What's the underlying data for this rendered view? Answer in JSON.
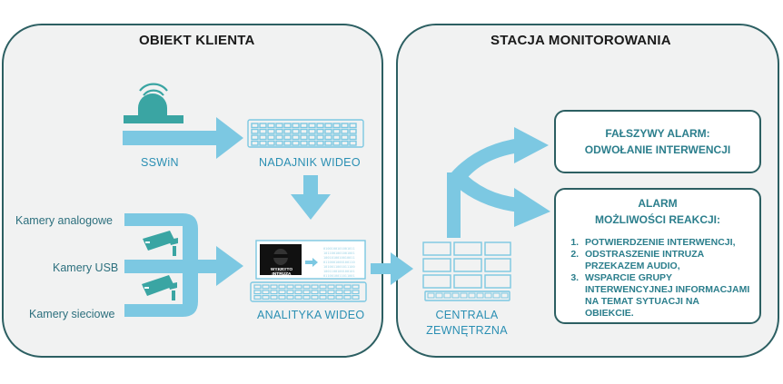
{
  "client": {
    "title": "OBIEKT KLIENTA",
    "sswin_label": "SSWiN",
    "transmitter_label": "NADAJNIK WIDEO",
    "analytics_label": "ANALITYKA WIDEO",
    "analytics_screen_caption": "WYKRYTO INTRUZA",
    "cameras": [
      "Kamery analogowe",
      "Kamery USB",
      "Kamery sieciowe"
    ]
  },
  "monitoring": {
    "title": "STACJA MONITOROWANIA",
    "central_label_1": "CENTRALA",
    "central_label_2": "ZEWNĘTRZNA",
    "false_alarm": {
      "line1": "FAŁSZYWY ALARM:",
      "line2": "ODWOŁANIE INTERWENCJI"
    },
    "alarm": {
      "line1": "ALARM",
      "line2": "MOŻLIWOŚCI REAKCJI:",
      "items": [
        "POTWIERDZENIE INTERWENCJI,",
        "ODSTRASZENIE INTRUZA PRZEKAZEM AUDIO,",
        "WSPARCIE GRUPY INTERWENCYJNEJ INFORMACJAMI NA TEMAT SYTUACJI NA OBIEKCIE."
      ]
    }
  },
  "colors": {
    "arrow": "#7cc8e2",
    "panel_border": "#2c5f62",
    "panel_fill": "#f1f2f2",
    "icon_teal": "#3aa5a3",
    "label_blue": "#2a8fb3"
  }
}
